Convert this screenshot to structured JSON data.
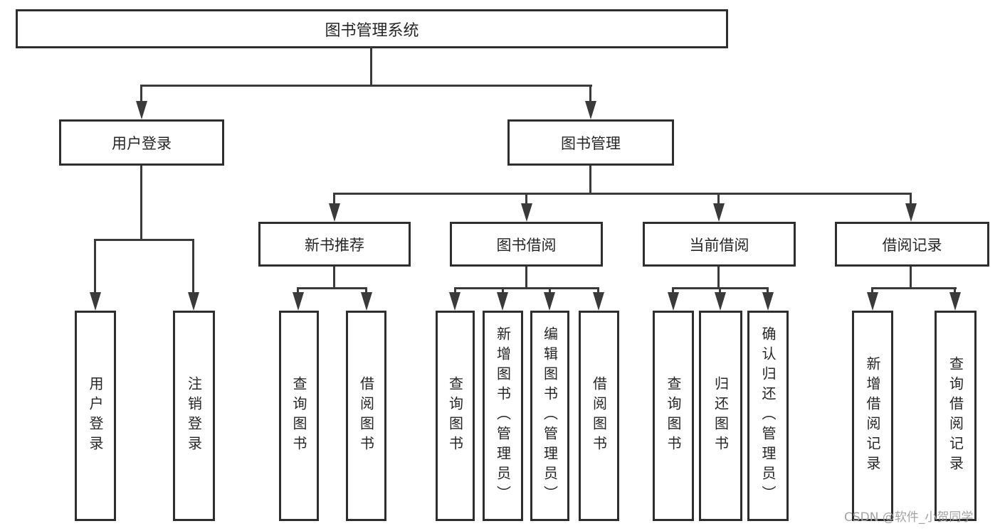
{
  "title": "图书管理系统",
  "colors": {
    "line": "#3a3a3a",
    "box_border": "#2e2e2e",
    "text": "#262626",
    "background": "#ffffff",
    "watermark": "#a3a3a3"
  },
  "watermark": "CSDN @软件_小贺同学",
  "tree": {
    "label": "图书管理系统",
    "children": [
      {
        "label": "用户登录",
        "children": [
          {
            "label": "用户登录"
          },
          {
            "label": "注销登录"
          }
        ]
      },
      {
        "label": "图书管理",
        "children": [
          {
            "label": "新书推荐",
            "children": [
              {
                "label": "查询图书"
              },
              {
                "label": "借阅图书"
              }
            ]
          },
          {
            "label": "图书借阅",
            "children": [
              {
                "label": "查询图书"
              },
              {
                "label": "新增图书（管理员）"
              },
              {
                "label": "编辑图书（管理员）"
              },
              {
                "label": "借阅图书"
              }
            ]
          },
          {
            "label": "当前借阅",
            "children": [
              {
                "label": "查询图书"
              },
              {
                "label": "归还图书"
              },
              {
                "label": "确认归还（管理员）"
              }
            ]
          },
          {
            "label": "借阅记录",
            "children": [
              {
                "label": "新增借阅记录"
              },
              {
                "label": "查询借阅记录"
              }
            ]
          }
        ]
      }
    ]
  }
}
